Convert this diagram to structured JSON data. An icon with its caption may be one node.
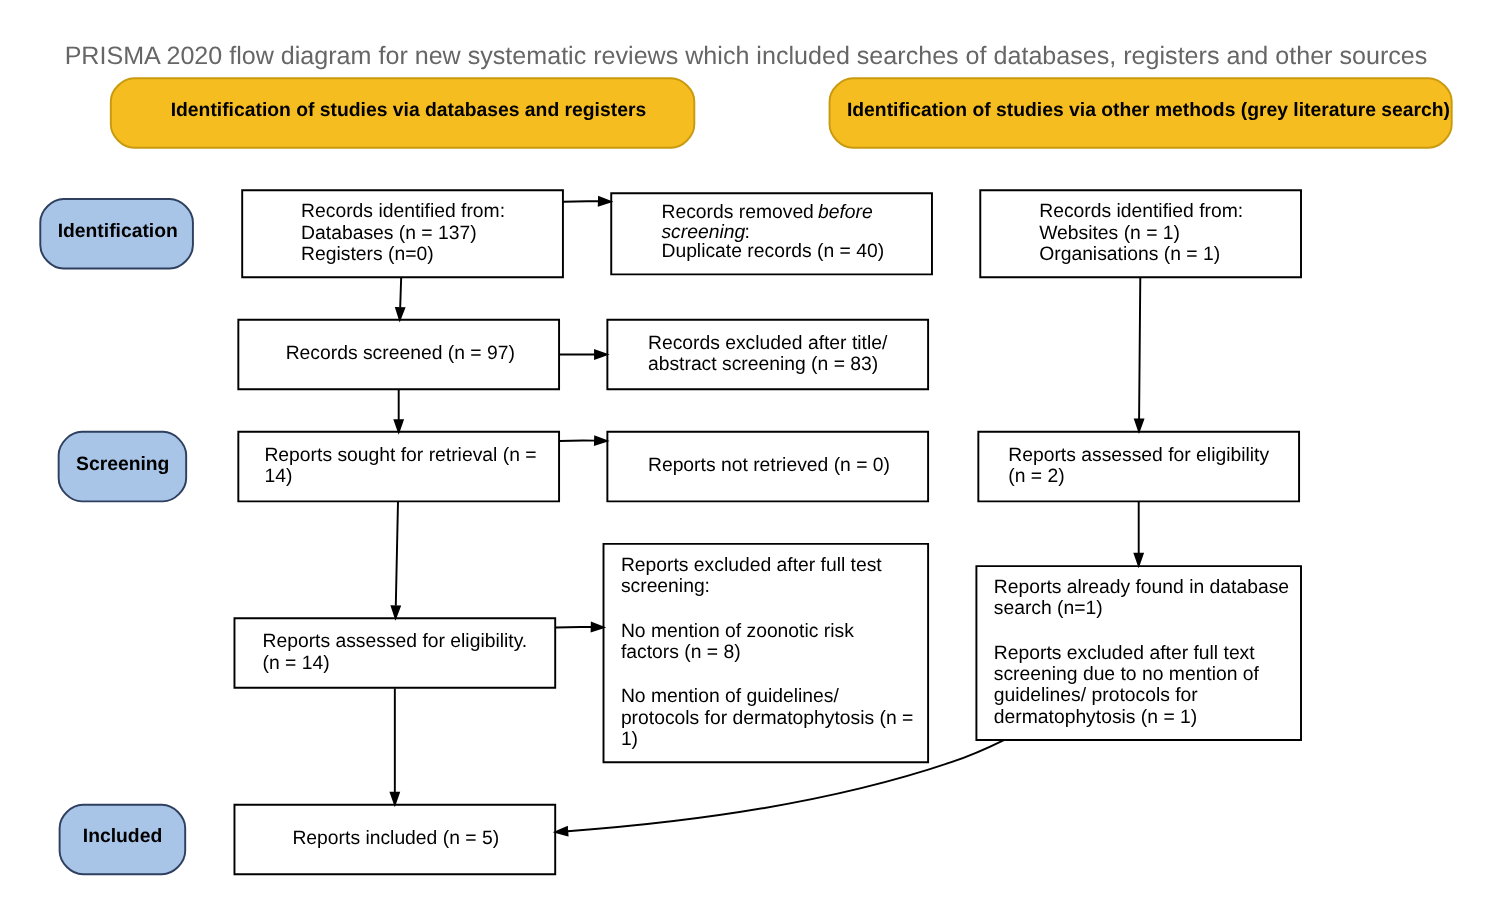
{
  "diagram": {
    "title": "PRISMA 2020 flow diagram for new systematic reviews which included searches of databases, registers and other sources",
    "nodes": [
      {
        "text": [
          "Identification of studies via databases and registers"
        ]
      },
      {
        "text": [
          "Identification of studies via other methods (grey literature search)"
        ]
      },
      {
        "text": [
          "Identification"
        ]
      },
      {
        "text": [
          "Screening"
        ]
      },
      {
        "text": [
          "Included"
        ]
      },
      {
        "text": [
          "Records identified from:",
          "Databases (n = 137)",
          "Registers (n=0)"
        ]
      },
      {
        "text": [
          "Records removed *before screening*:",
          "Duplicate records (n = 40)"
        ]
      },
      {
        "text": [
          "Records identified from:",
          "Websites (n = 1)",
          "Organisations (n = 1)"
        ]
      },
      {
        "text": [
          "Records screened (n = 97)"
        ]
      },
      {
        "text": [
          "Records excluded after title/ abstract screening (n = 83)"
        ]
      },
      {
        "text": [
          "Reports sought for retrieval (n = 14)"
        ]
      },
      {
        "text": [
          "Reports not retrieved (n = 0)"
        ]
      },
      {
        "text": [
          "Reports assessed for eligibility (n = 2)"
        ]
      },
      {
        "text": [
          "Reports assessed for eligibility. (n = 14)"
        ]
      },
      {
        "text": [
          "Reports excluded after full test screening:",
          "No mention of zoonotic risk factors (n = 8)",
          "No mention of guidelines/ protocols for dermatophytosis (n = 1)"
        ]
      },
      {
        "text": [
          "Reports already found in database search (n=1)",
          "Reports excluded after full text screening due to no mention of guidelines/ protocols for dermatophytosis (n = 1)"
        ]
      },
      {
        "text": [
          "Reports included (n = 5)"
        ]
      }
    ],
    "edges": [
      {
        "from": 5,
        "to": 6,
        "arrow": "to"
      },
      {
        "from": 5,
        "to": 8,
        "arrow": "to"
      },
      {
        "from": 8,
        "to": 9,
        "arrow": "to"
      },
      {
        "from": 8,
        "to": 10,
        "arrow": "to"
      },
      {
        "from": 10,
        "to": 11,
        "arrow": "to"
      },
      {
        "from": 10,
        "to": 13,
        "arrow": "to"
      },
      {
        "from": 13,
        "to": 14,
        "arrow": "to"
      },
      {
        "from": 13,
        "to": 16,
        "arrow": "to"
      },
      {
        "from": 7,
        "to": 12,
        "arrow": "to"
      },
      {
        "from": 12,
        "to": 15,
        "arrow": "to"
      },
      {
        "from": 15,
        "to": 16,
        "arrow": "to"
      }
    ]
  }
}
